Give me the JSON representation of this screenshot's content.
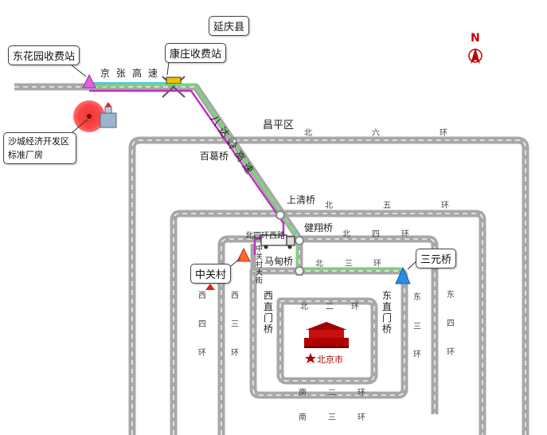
{
  "map": {
    "county": "延庆县",
    "district": "昌平区",
    "compass": "N",
    "city": "北京市",
    "callouts": {
      "donghuayuan": "东花园收费站",
      "kangzhuang": "康庄收费站",
      "shacheng": "沙城经济开发区标准厂房",
      "zhongguancun": "中关村",
      "sanyuan": "三元桥"
    },
    "roads": {
      "jingzhang": "京张高速",
      "badaling": "八达岭高速",
      "beisihuanxi": "北四环西路",
      "zhongguancun_street": "中关村大街"
    },
    "bridges": {
      "baige": "百葛桥",
      "shangqing": "上清桥",
      "jianxiang": "健翔桥",
      "madian": "马甸桥",
      "xizhimen": "西直门桥",
      "dongzhimen": "东直门桥"
    },
    "rings": {
      "ring6_n": [
        "北",
        "六",
        "环"
      ],
      "ring5_n": [
        "北",
        "五",
        "环"
      ],
      "ring4_n": [
        "北",
        "四",
        "环"
      ],
      "ring3_n": [
        "北",
        "三",
        "环"
      ],
      "ring2_n": [
        "北",
        "二",
        "环"
      ],
      "ring2_s": [
        "南",
        "二",
        "环"
      ],
      "ring3_s": [
        "南",
        "三",
        "环"
      ],
      "ring4_w": [
        "西",
        "四",
        "环"
      ],
      "ring3_w": [
        "西",
        "三",
        "环"
      ],
      "ring3_e": [
        "东",
        "三",
        "环"
      ],
      "ring4_e": [
        "东",
        "四",
        "环"
      ]
    },
    "colors": {
      "road": "#a8a8a8",
      "road_dash": "#ffffff",
      "route_green": "#6ee06e",
      "route_purple": "#c030c0",
      "route_cyan": "#4ad0e0",
      "marker_red": "#e82020",
      "landmark": "#c00000"
    }
  }
}
